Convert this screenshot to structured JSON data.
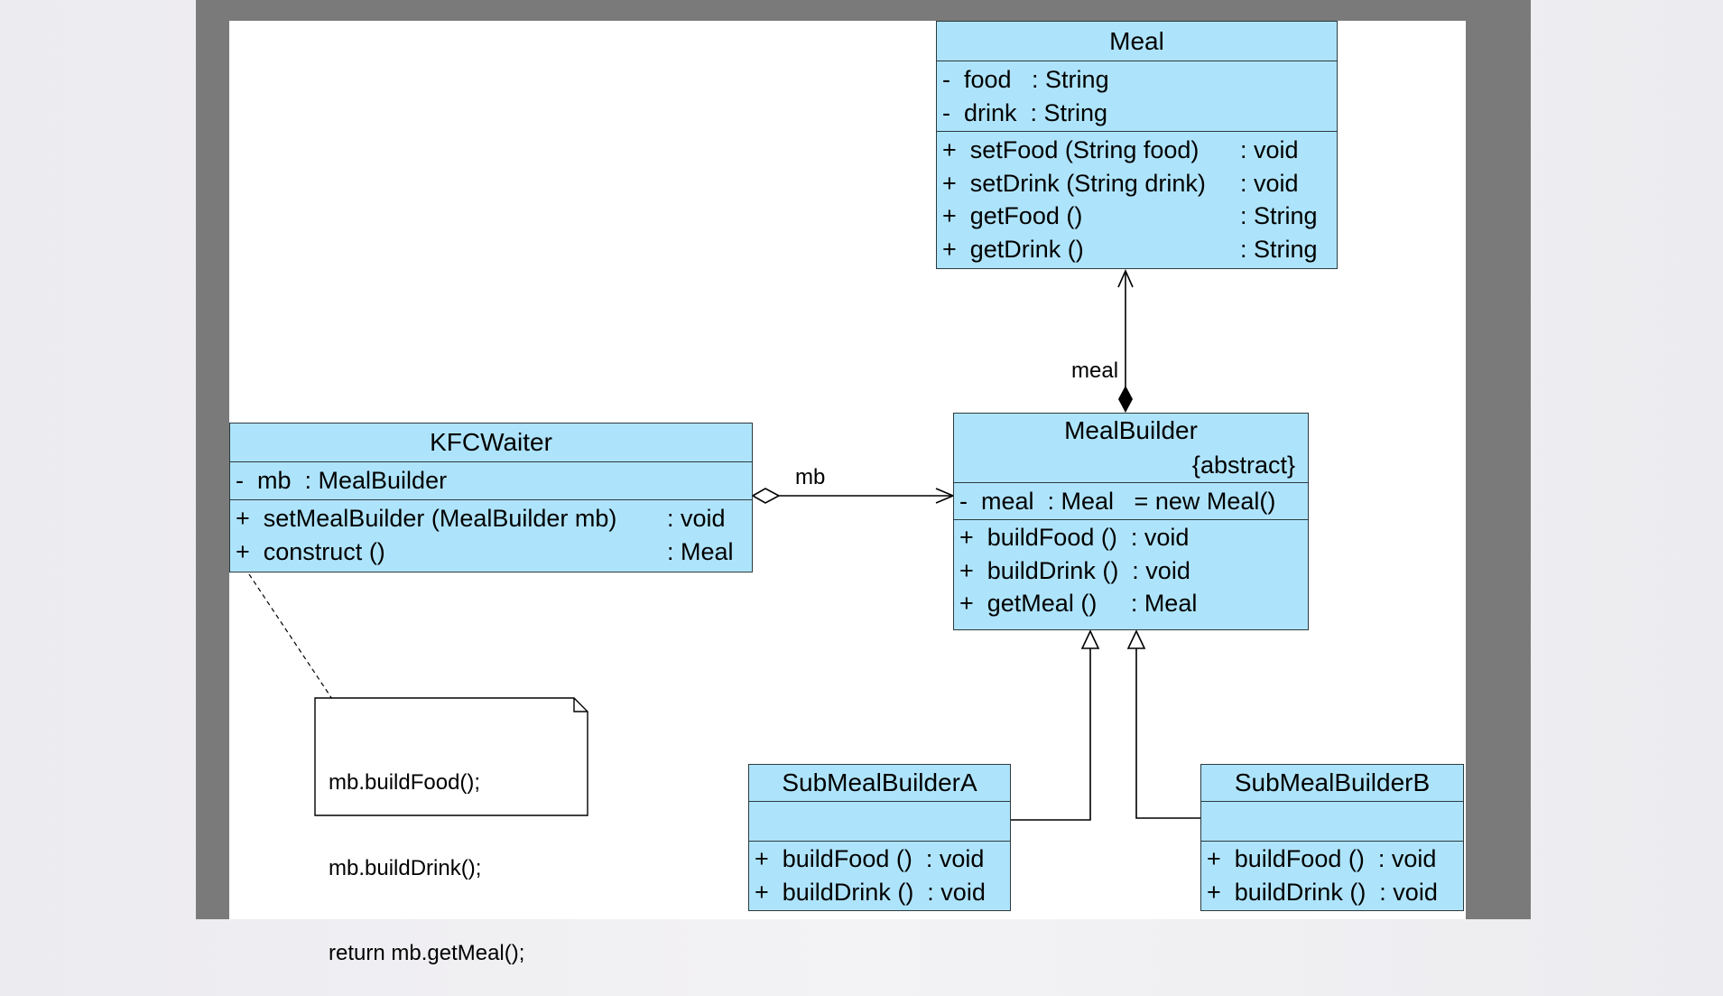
{
  "meal": {
    "title": "Meal",
    "attributes": [
      "-  food   : String",
      "-  drink  : String"
    ],
    "methods": [
      {
        "sig": "+  setFood (String food)",
        "ret": ": void"
      },
      {
        "sig": "+  setDrink (String drink)",
        "ret": ": void"
      },
      {
        "sig": "+  getFood ()",
        "ret": ": String"
      },
      {
        "sig": "+  getDrink ()",
        "ret": ": String"
      }
    ]
  },
  "kfcwaiter": {
    "title": "KFCWaiter",
    "attributes": [
      "-  mb  : MealBuilder"
    ],
    "methods": [
      {
        "sig": "+  setMealBuilder (MealBuilder mb)",
        "ret": ": void"
      },
      {
        "sig": "+  construct ()",
        "ret": ": Meal"
      }
    ]
  },
  "mealbuilder": {
    "title": "MealBuilder",
    "stereotype": "{abstract}",
    "attributes": [
      "-  meal  : Meal   = new Meal()"
    ],
    "methods": [
      "+  buildFood ()  : void",
      "+  buildDrink ()  : void",
      "+  getMeal ()     : Meal"
    ]
  },
  "subA": {
    "title": "SubMealBuilderA",
    "methods": [
      "+  buildFood ()  : void",
      "+  buildDrink ()  : void"
    ]
  },
  "subB": {
    "title": "SubMealBuilderB",
    "methods": [
      "+  buildFood ()  : void",
      "+  buildDrink ()  : void"
    ]
  },
  "labels": {
    "meal_role": "meal",
    "mb_role": "mb"
  },
  "note": {
    "lines": [
      "mb.buildFood();",
      "mb.buildDrink();",
      "return mb.getMeal();"
    ]
  },
  "colors": {
    "class_fill": "#aee4fb",
    "line": "#000000"
  }
}
